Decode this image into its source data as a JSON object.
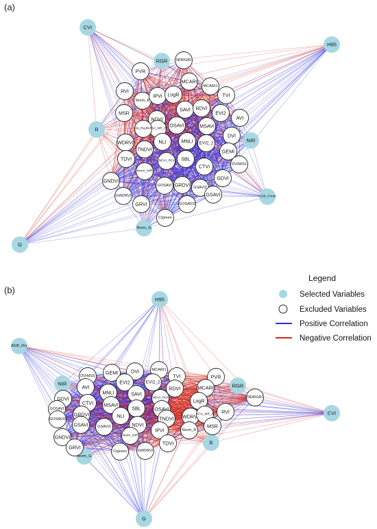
{
  "colors": {
    "selected_fill": "#a7d7e3",
    "excluded_fill": "#ffffff",
    "node_stroke": "#222222",
    "positive": "#2a2de0",
    "negative": "#d42a1e"
  },
  "legend": {
    "title": "Legend",
    "items": [
      {
        "label": "Selected Variables",
        "kind": "selected"
      },
      {
        "label": "Excluded Variables",
        "kind": "excluded"
      },
      {
        "label": "Positive Correlation",
        "kind": "positive"
      },
      {
        "label": "Negative Correlation",
        "kind": "negative"
      }
    ]
  },
  "panels": [
    {
      "label": "(a)",
      "selected": [
        "CVI",
        "H95",
        "RGR",
        "R",
        "NIR",
        "AGB_Fresh",
        "Norm_G",
        "G"
      ],
      "excluded": [
        "NDRGRI",
        "PVR",
        "MCARI",
        "MCARI1",
        "RVI",
        "Norm_R",
        "IPVI",
        "LogR",
        "TVI",
        "MSR",
        "SAVI",
        "RDVI",
        "EVI2",
        "AVI",
        "NDVI",
        "OSAVI",
        "MSAVI",
        "IGVI_MR_B",
        "SN_RedNIR",
        "WDRVI",
        "NLI",
        "MNLI",
        "EVI2_2",
        "DVI",
        "GEMI",
        "TNDVI",
        "TDVI",
        "NDVI_RGI",
        "SBL",
        "DVIMSS",
        "CTVI",
        "Norm_NIR",
        "GNDVI",
        "GOSAVI",
        "GRDVI",
        "GSAVI2",
        "GDVI",
        "GSAVI",
        "GWDRVI",
        "GOSAVI2",
        "GRVI",
        "CIgreen"
      ]
    },
    {
      "label": "(b)",
      "selected": [
        "H95",
        "AGB_Dry",
        "NIR",
        "RGR",
        "CVI",
        "Norm_G",
        "R",
        "G"
      ],
      "excluded": [
        "DVIMSS",
        "GEMI",
        "DVI",
        "MCARI1",
        "PVR",
        "TVI",
        "EVI2",
        "EVI2_2",
        "AVI",
        "MNLI",
        "SAVI",
        "RDVI",
        "MCARI",
        "NDRGRI",
        "GDVI",
        "CTVI",
        "MSAVI",
        "NDVI_RGI",
        "LogR",
        "GOSAVI",
        "GRDVI",
        "NLI",
        "SBL",
        "OSAVI",
        "WDRVI",
        "RVI",
        "GOSAVI2",
        "GSAVI",
        "GSAVI2",
        "NDVI",
        "TNDVI",
        "IGVI_MR_B",
        "GNDVI",
        "GRVI",
        "IPVI",
        "Norm_R",
        "MSR",
        "CIgreen",
        "GWDRVI",
        "Norm_NIR",
        "TDVI"
      ]
    }
  ]
}
